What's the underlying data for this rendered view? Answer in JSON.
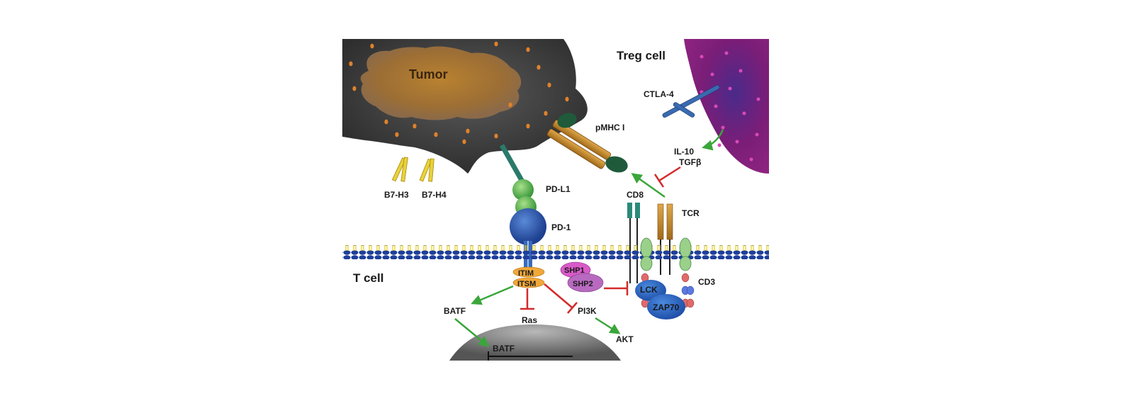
{
  "diagram": {
    "labels": {
      "tumor": "Tumor",
      "treg_cell": "Treg cell",
      "t_cell": "T cell",
      "b7h3": "B7-H3",
      "b7h4": "B7-H4",
      "pd_l1": "PD-L1",
      "pd_1": "PD-1",
      "pmhc": "pMHC I",
      "ctla4": "CTLA-4",
      "il10": "IL-10",
      "tgfb": "TGFβ",
      "cd8": "CD8",
      "tcr": "TCR",
      "cd3": "CD3",
      "itim": "ITIM",
      "itsm": "ITSM",
      "shp1": "SHP1",
      "shp2": "SHP2",
      "lck": "LCK",
      "zap70": "ZAP70",
      "batf_cyto": "BATF",
      "ras": "Ras",
      "pi3k": "PI3K",
      "akt": "AKT",
      "batf_nuclear": "BATF"
    },
    "colors": {
      "activation_arrow": "#3aa63a",
      "inhibition_arrow": "#d42a2a",
      "tumor_body": "#474747",
      "tumor_core": "#b07a2c",
      "treg_body": "#8a1f7a",
      "membrane_head": "#1f3f9a",
      "membrane_tail": "#e8d23a"
    }
  }
}
